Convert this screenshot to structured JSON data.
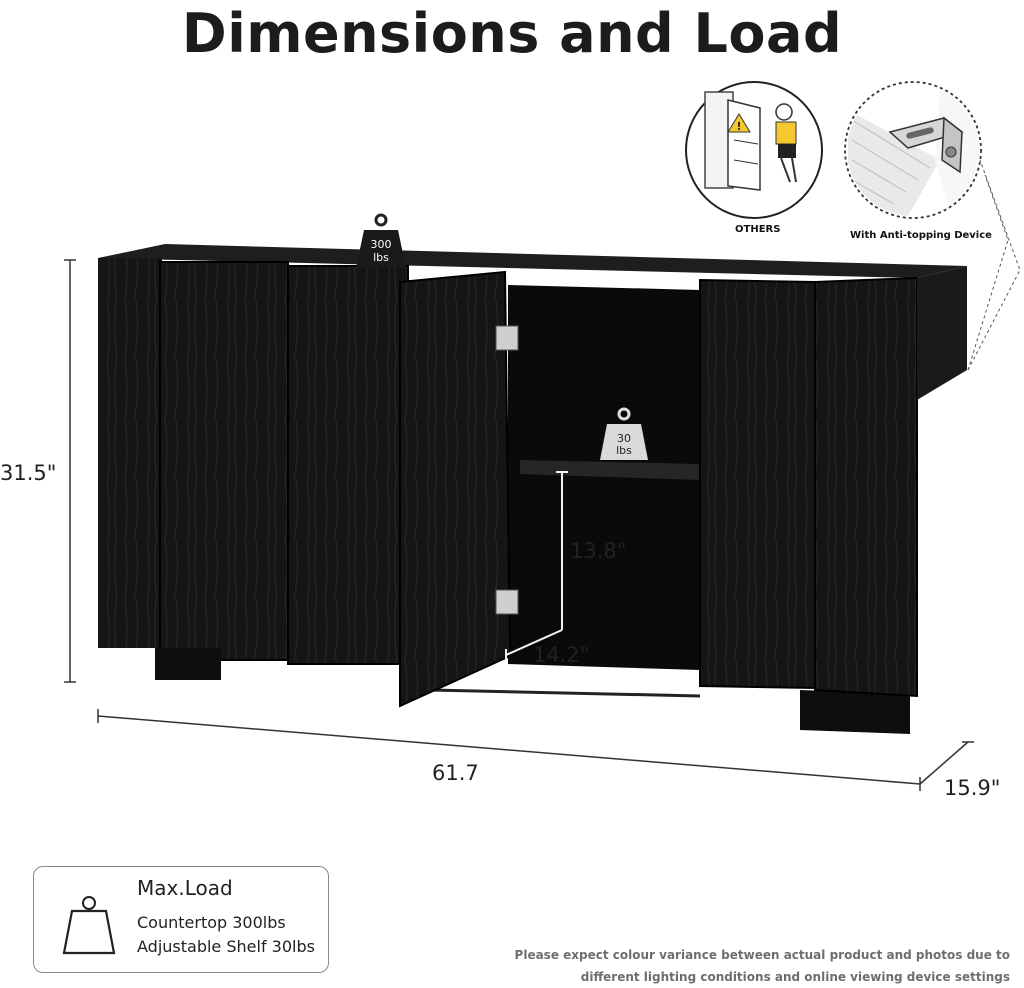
{
  "title": "Dimensions and Load",
  "dimensions": {
    "height": "31.5\"",
    "width": "61.7",
    "depth": "15.9\"",
    "shelf_height": "13.8\"",
    "shelf_depth": "14.2\""
  },
  "weights": {
    "top_value": "300",
    "top_unit": "lbs",
    "shelf_value": "30",
    "shelf_unit": "lbs"
  },
  "callouts": {
    "others_caption": "OTHERS",
    "device_caption": "With Anti-topping Device"
  },
  "load_box": {
    "title": "Max.Load",
    "line1": "Countertop 300lbs",
    "line2": "Adjustable Shelf 30lbs"
  },
  "note": {
    "line1": "Please expect colour variance between actual product and photos due to",
    "line2": "different lighting conditions and online viewing device settings"
  },
  "colors": {
    "cabinet": "#141414",
    "interior": "#0b0b0b",
    "dimension_line": "#333333"
  },
  "icons": {
    "weight": "weight-icon",
    "warning": "warning-icon",
    "bracket": "anti-tip-bracket-icon"
  }
}
